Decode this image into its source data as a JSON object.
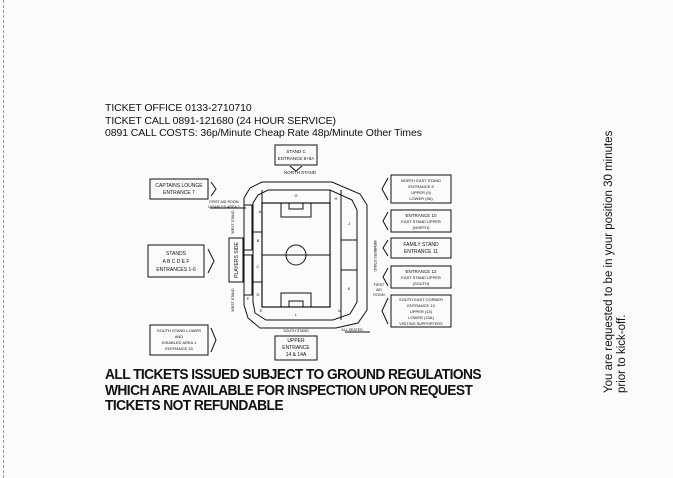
{
  "header": {
    "ticket_office": "TICKET OFFICE 0133-2710710",
    "ticket_call": "TICKET CALL 0891-121680 (24 HOUR SERVICE)",
    "call_costs": "0891 CALL COSTS: 36p/Minute Cheap Rate 48p/Minute Other Times"
  },
  "map": {
    "stand_c": [
      "STAND C",
      "ENTRANCE 8+8A"
    ],
    "north_stand": "NORTH STAND",
    "captains_lounge": [
      "CAPTAINS LOUNGE",
      "ENTRANCE 7"
    ],
    "first_aid": [
      "FIRST AID ROOM",
      "DISABLED AREA 2"
    ],
    "west_stand": "WEST STAND",
    "stands_left": [
      "STANDS",
      "A B C D E F",
      "ENTRANCES 1-6"
    ],
    "players_side": "PLAYERS SIDE",
    "north_east": [
      "NORTH EAST STAND",
      "ENTRANCE 9",
      "UPPER (9)",
      "LOWER (9A)"
    ],
    "entrance_10": [
      "ENTRANCE 10",
      "EAST STAND UPPER",
      "(NORTH)"
    ],
    "family_stand": [
      "FAMILY STAND",
      "ENTRANCE 11"
    ],
    "entrance_12": [
      "ENTRANCE 12",
      "EAST STAND UPPER",
      "(SOUTH)"
    ],
    "members_stand": "MEMBERS STAND",
    "first_aid_right": [
      "FIRST",
      "AID",
      "ROOM"
    ],
    "south_east": [
      "SOUTH EAST CORNER",
      "ENTRANCE 13",
      "UPPER (13)",
      "LOWER (13A)",
      "VISITING SUPPORTERS"
    ],
    "south_lower": [
      "SOUTH STAND LOWER",
      "AND",
      "DISABLED AREA 1",
      "ENTRANCE 15"
    ],
    "upper_entrance": [
      "UPPER",
      "ENTRANCE",
      "14 & 14A"
    ],
    "south_stand": "SOUTH STAND",
    "all_seated": "ALL SEATED",
    "sections": [
      "A",
      "B",
      "C",
      "D",
      "E",
      "F",
      "G",
      "H",
      "J",
      "K",
      "L",
      "M"
    ]
  },
  "notice": [
    "ALL TICKETS ISSUED SUBJECT TO GROUND REGULATIONS",
    "WHICH ARE AVAILABLE FOR INSPECTION UPON REQUEST",
    "TICKETS NOT REFUNDABLE"
  ],
  "side_note": [
    "You are requested to be in your position 30 minutes",
    "prior to kick-off."
  ]
}
